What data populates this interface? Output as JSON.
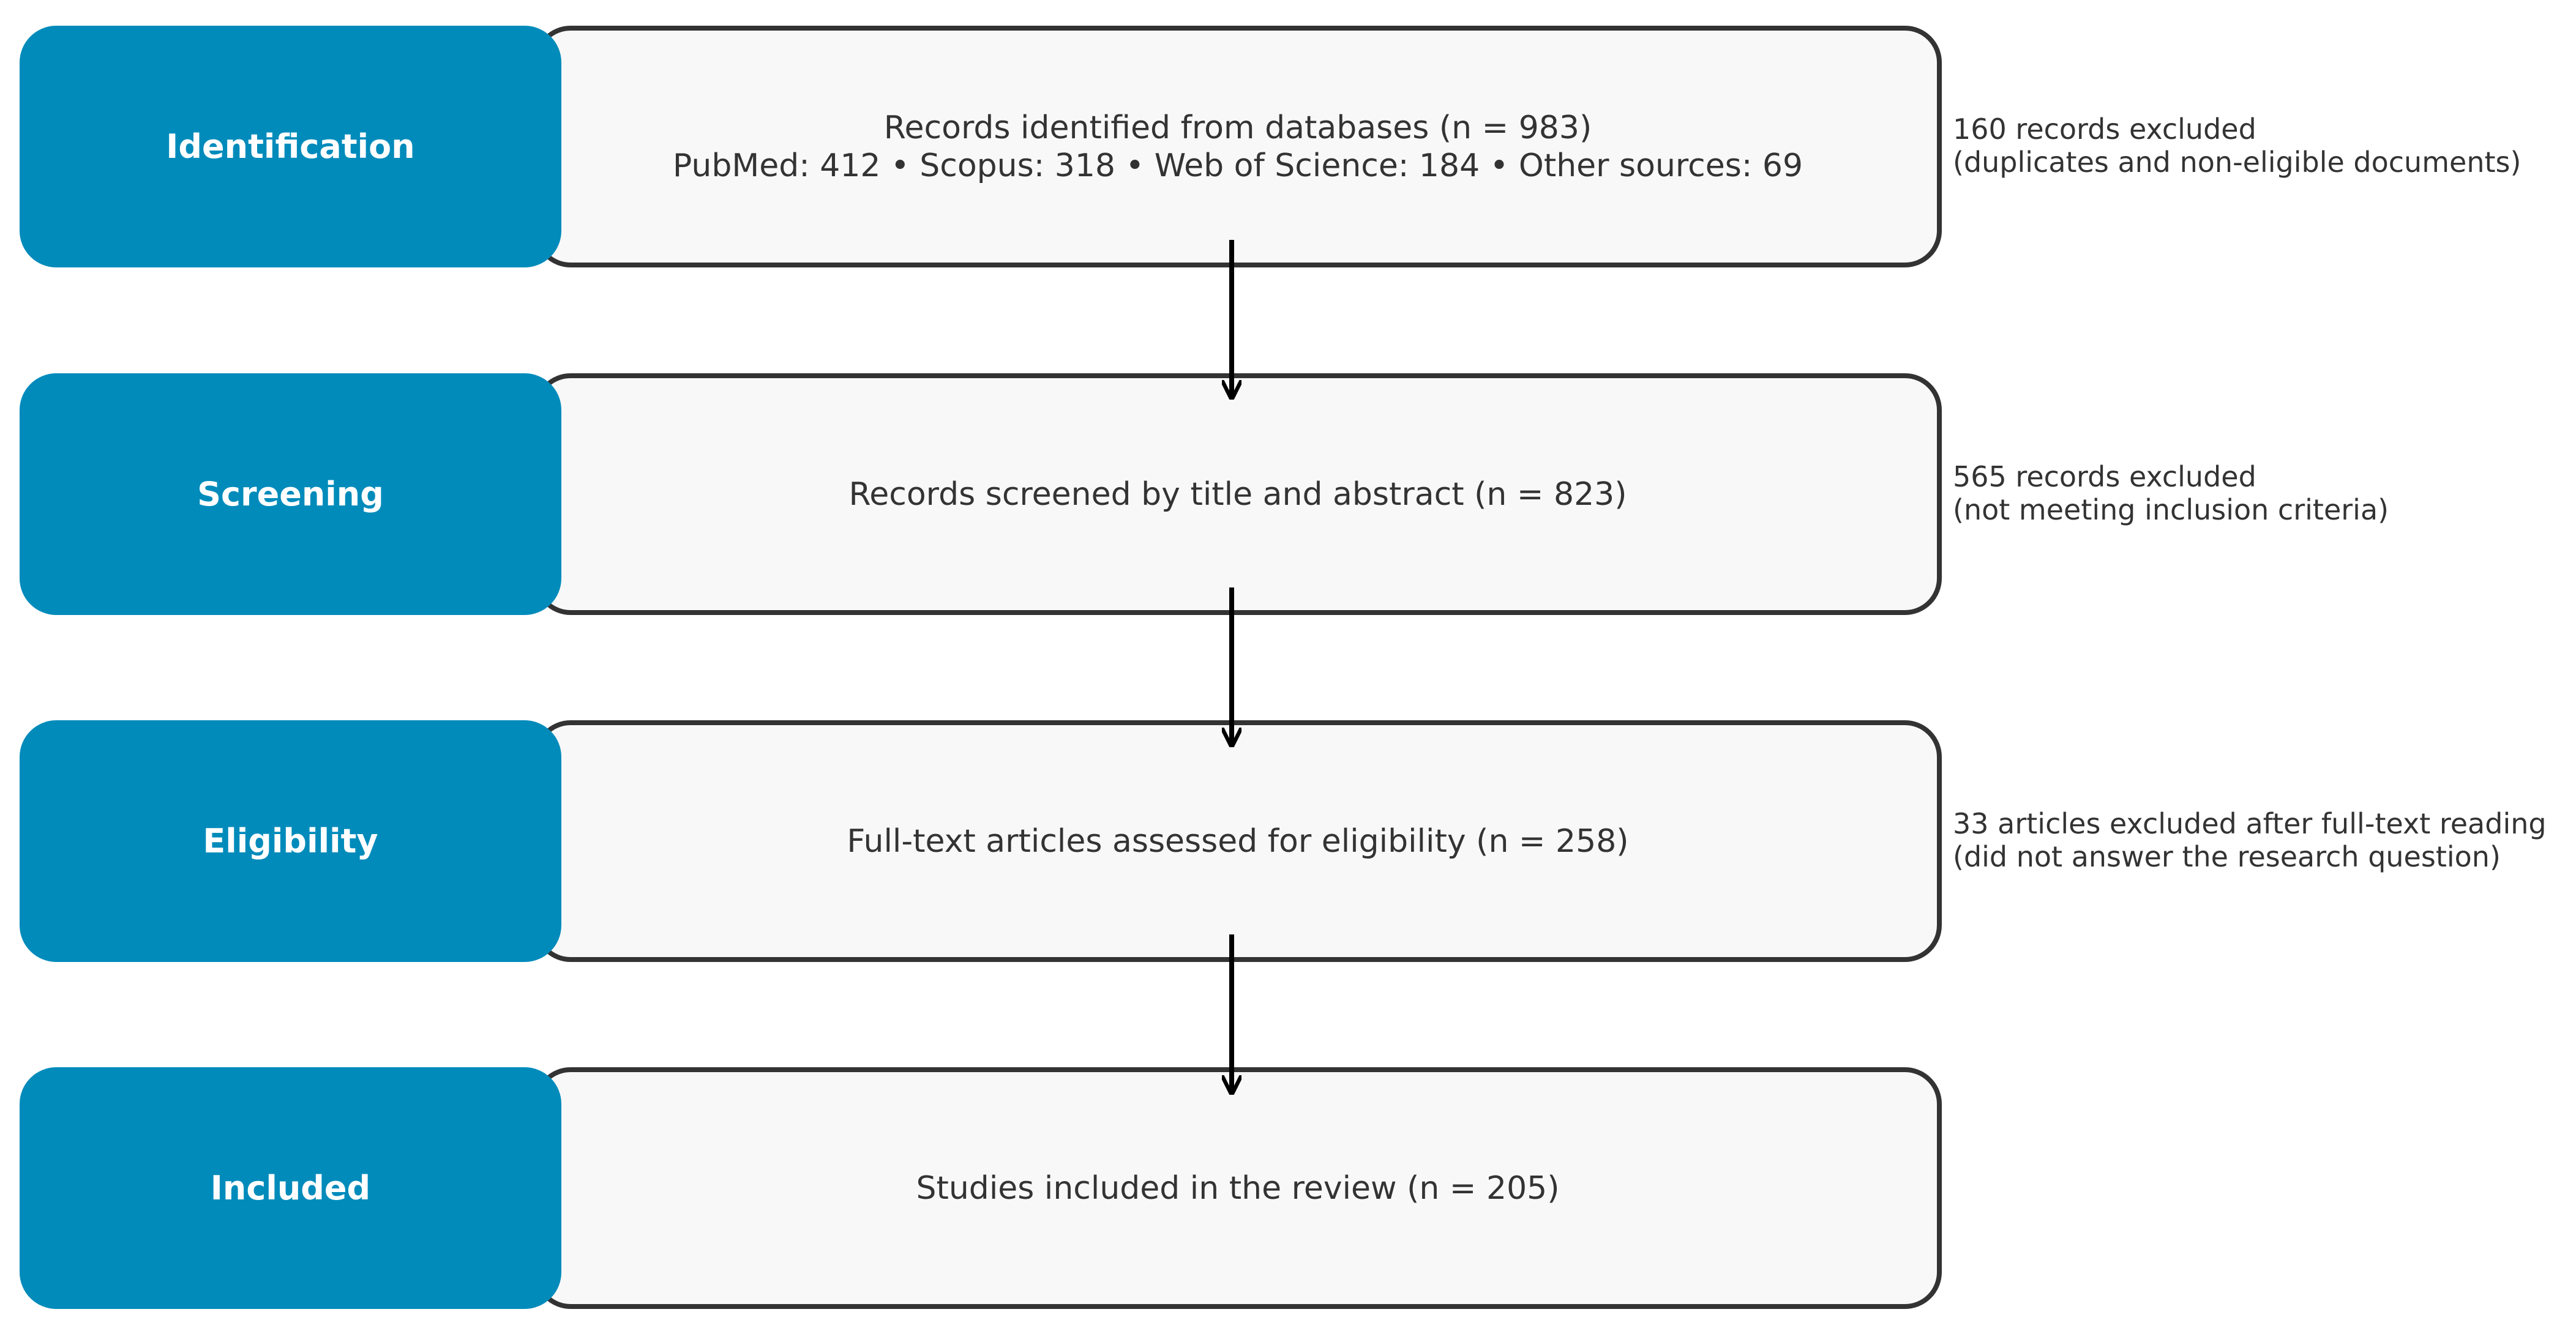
{
  "colors": {
    "stage_fill": "#008bbb",
    "box_fill": "#f8f8f8",
    "box_border": "#333333",
    "arrow": "#000000",
    "text": "#333333"
  },
  "stages": [
    {
      "label": "Identification",
      "box_lines": [
        "Records identified from databases (n = 983)",
        "PubMed: 412 • Scopus: 318 • Web of Science: 184 • Other sources: 69"
      ],
      "note_lines": [
        "160 records excluded",
        "(duplicates and non-eligible documents)"
      ]
    },
    {
      "label": "Screening",
      "box_lines": [
        "Records screened by title and abstract (n = 823)"
      ],
      "note_lines": [
        "565 records excluded",
        "(not meeting inclusion criteria)"
      ]
    },
    {
      "label": "Eligibility",
      "box_lines": [
        "Full-text articles assessed for eligibility (n = 258)"
      ],
      "note_lines": [
        "33 articles excluded after full-text reading",
        "(did not answer the research question)"
      ]
    },
    {
      "label": "Included",
      "box_lines": [
        "Studies included in the review (n = 205)"
      ],
      "note_lines": []
    }
  ]
}
